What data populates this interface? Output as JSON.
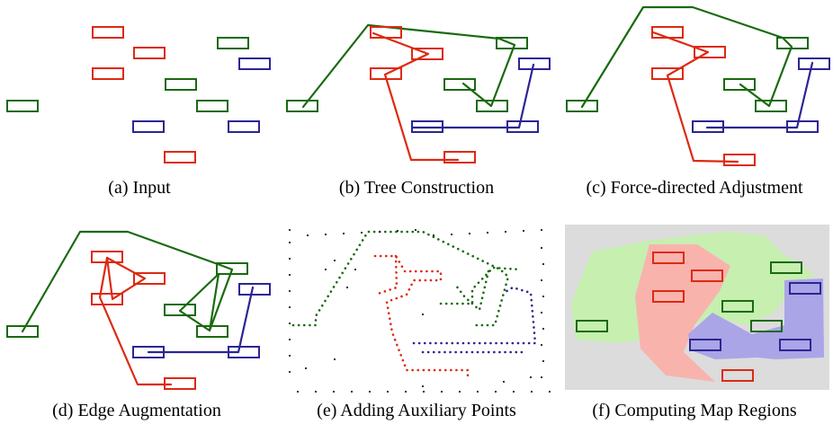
{
  "colors": {
    "red": "#dd2a12",
    "green": "#1a6a10",
    "blue": "#2c2595",
    "red_region": "#f9b3ad",
    "green_region": "#c6efb0",
    "blue_region": "#aaa5e6",
    "map_background": "#dcdcdc"
  },
  "panels": [
    {
      "caption": "(a)  Input"
    },
    {
      "caption": "(b)  Tree Construction"
    },
    {
      "caption": "(c)  Force-directed Adjustment"
    },
    {
      "caption": "(d)  Edge Augmentation"
    },
    {
      "caption": "(e)  Adding Auxiliary Points"
    },
    {
      "caption": "(f)  Computing Map Regions"
    }
  ]
}
